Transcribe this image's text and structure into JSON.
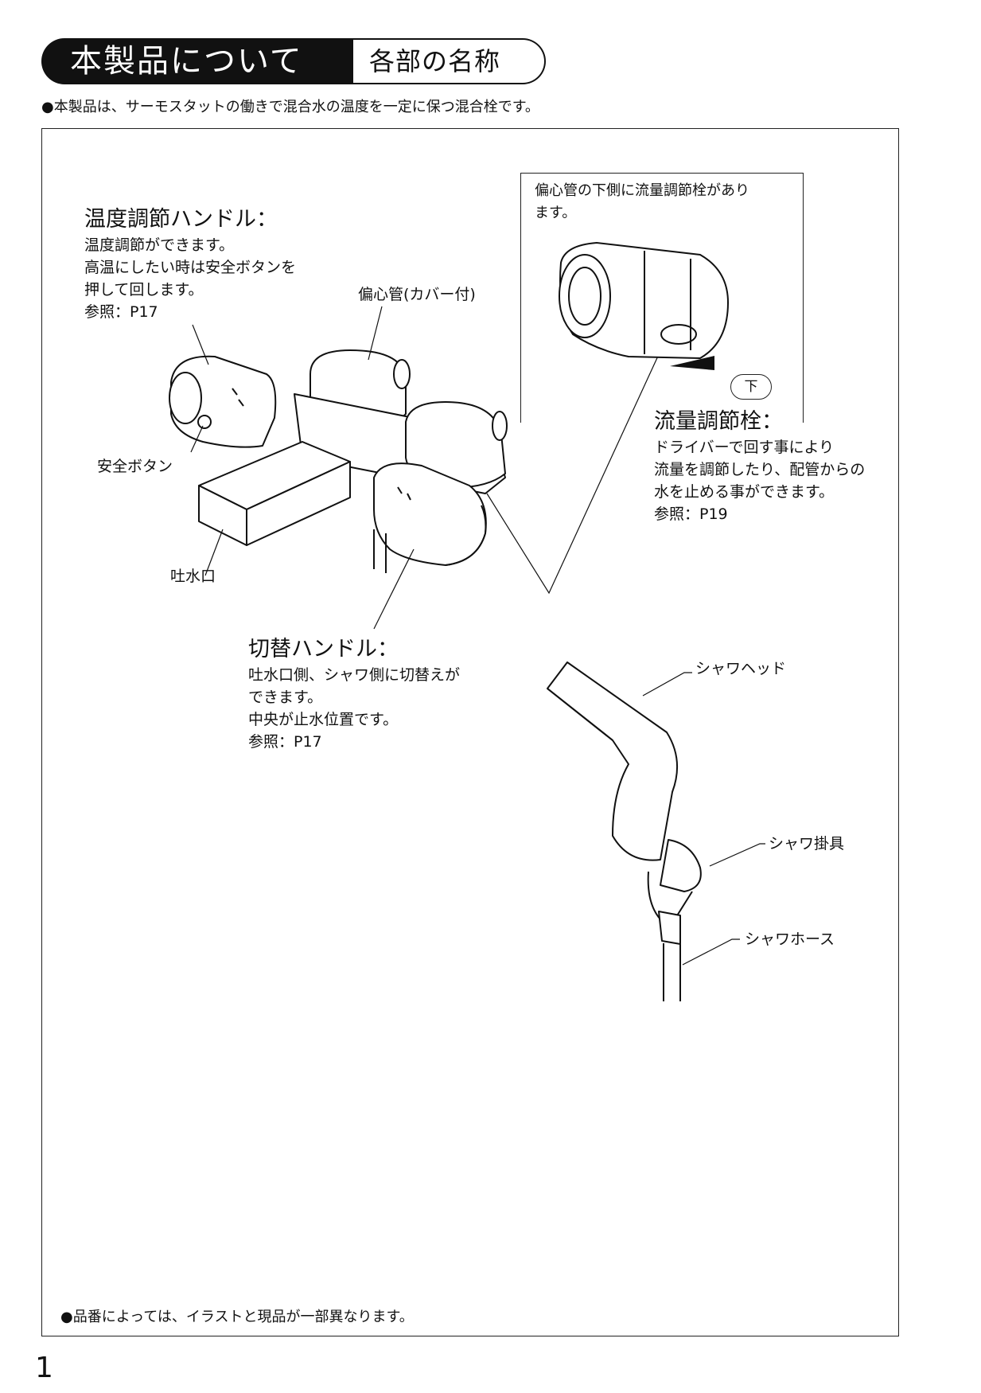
{
  "header": {
    "title": "本製品について",
    "subtitle": "各部の名称"
  },
  "intro": "●本製品は、サーモスタットの働きで混合水の温度を一定に保つ混合栓です。",
  "temp_handle": {
    "title": "温度調節ハンドル：",
    "lines": [
      "温度調節ができます。",
      "高温にしたい時は安全ボタンを",
      "押して回します。",
      "参照：P17"
    ]
  },
  "eccentric_pipe": "偏心管(カバー付)",
  "safety_button": "安全ボタン",
  "spout": "吐水口",
  "inset": {
    "note_lines": [
      "偏心管の下側に流量調節栓があり",
      "ます。"
    ],
    "down_badge": "下"
  },
  "flow_valve": {
    "title": "流量調節栓：",
    "lines": [
      "ドライバーで回す事により",
      "流量を調節したり、配管からの",
      "水を止める事ができます。",
      "参照：P19"
    ]
  },
  "switch_handle": {
    "title": "切替ハンドル：",
    "lines": [
      "吐水口側、シャワ側に切替えが",
      "できます。",
      "中央が止水位置です。",
      "参照：P17"
    ]
  },
  "shower_head": "シャワヘッド",
  "shower_holder": "シャワ掛具",
  "shower_hose": "シャワホース",
  "footnote": "●品番によっては、イラストと現品が一部異なります。",
  "page_number": "1"
}
